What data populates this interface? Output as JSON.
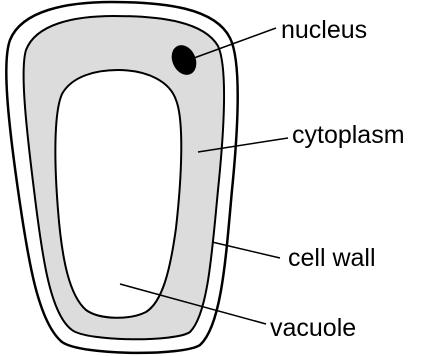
{
  "diagram": {
    "labels": {
      "nucleus": "nucleus",
      "cytoplasm": "cytoplasm",
      "cell_wall": "cell wall",
      "vacuole": "vacuole"
    },
    "colors": {
      "cytoplasm_fill": "#dcdcdc",
      "wall_fill": "#ffffff",
      "stroke": "#000000",
      "nucleus_fill": "#000000",
      "vacuole_fill": "#ffffff"
    }
  }
}
